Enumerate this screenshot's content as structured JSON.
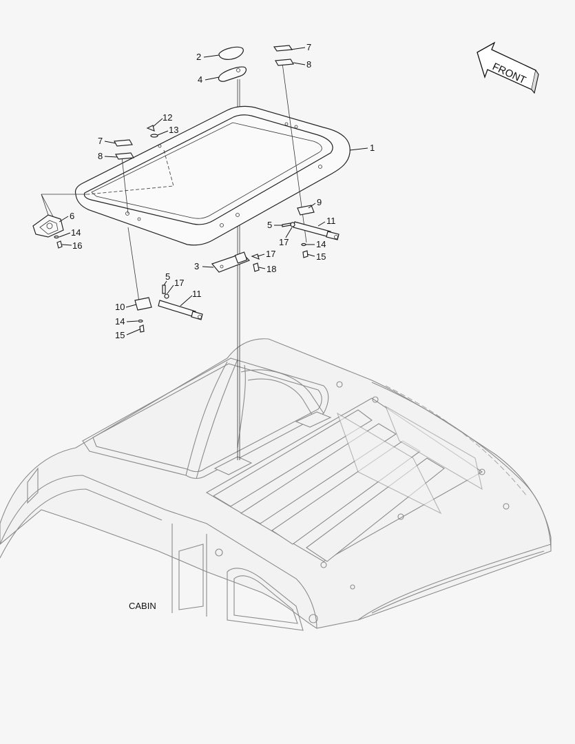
{
  "diagram": {
    "front_label": "FRONT",
    "cabin_label": "CABIN",
    "callouts": [
      {
        "id": "c1",
        "text": "1"
      },
      {
        "id": "c2",
        "text": "2"
      },
      {
        "id": "c3",
        "text": "3"
      },
      {
        "id": "c4",
        "text": "4"
      },
      {
        "id": "c5a",
        "text": "5"
      },
      {
        "id": "c5b",
        "text": "5"
      },
      {
        "id": "c6",
        "text": "6"
      },
      {
        "id": "c7a",
        "text": "7"
      },
      {
        "id": "c7b",
        "text": "7"
      },
      {
        "id": "c8a",
        "text": "8"
      },
      {
        "id": "c8b",
        "text": "8"
      },
      {
        "id": "c9",
        "text": "9"
      },
      {
        "id": "c10",
        "text": "10"
      },
      {
        "id": "c11a",
        "text": "11"
      },
      {
        "id": "c11b",
        "text": "11"
      },
      {
        "id": "c12",
        "text": "12"
      },
      {
        "id": "c13",
        "text": "13"
      },
      {
        "id": "c14a",
        "text": "14"
      },
      {
        "id": "c14b",
        "text": "14"
      },
      {
        "id": "c14c",
        "text": "14"
      },
      {
        "id": "c15a",
        "text": "15"
      },
      {
        "id": "c15b",
        "text": "15"
      },
      {
        "id": "c16",
        "text": "16"
      },
      {
        "id": "c17a",
        "text": "17"
      },
      {
        "id": "c17b",
        "text": "17"
      },
      {
        "id": "c17c",
        "text": "17"
      },
      {
        "id": "c18",
        "text": "18"
      }
    ]
  }
}
